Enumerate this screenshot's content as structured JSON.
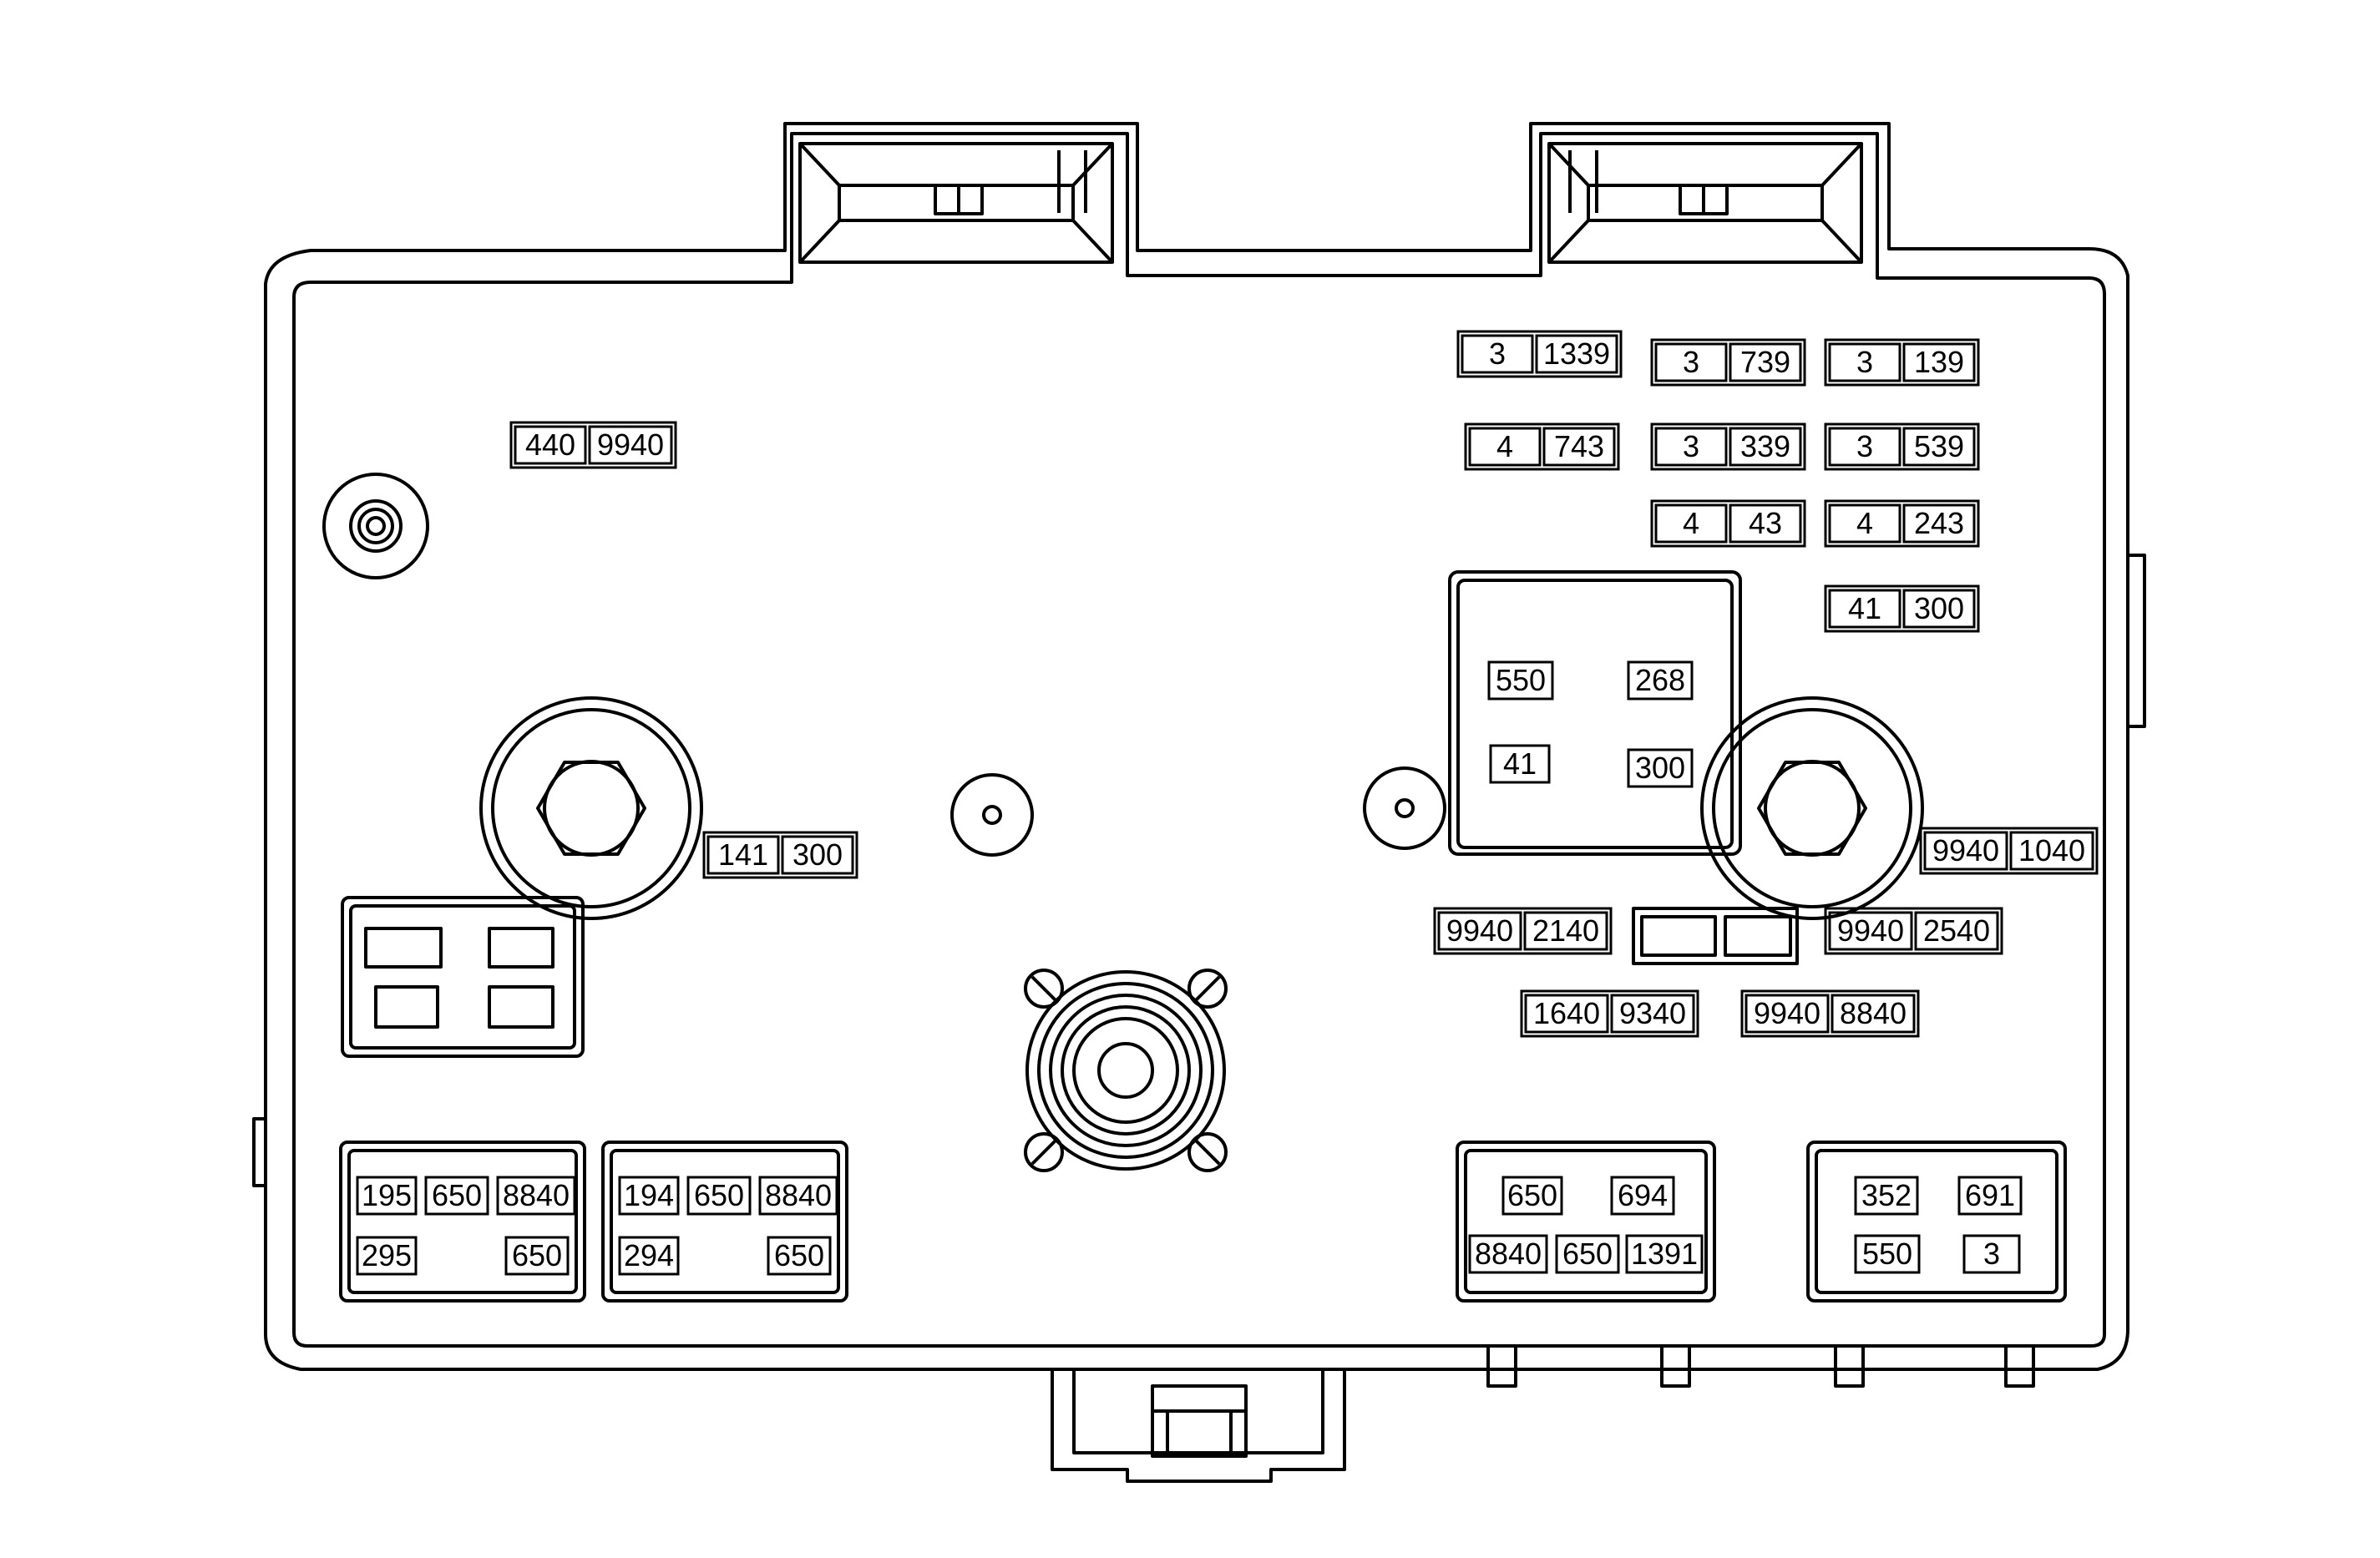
{
  "diagram": {
    "colors": {
      "line": "#000000",
      "background": "#ffffff"
    },
    "labels": {
      "top_left": [
        "440",
        "9940"
      ],
      "left_stud": [
        "141",
        "300"
      ],
      "right_stud": [
        "9940",
        "1040"
      ],
      "top_right": [
        [
          "3",
          "1339"
        ],
        [
          "3",
          "739"
        ],
        [
          "3",
          "139"
        ],
        [
          "4",
          "743"
        ],
        [
          "3",
          "339"
        ],
        [
          "3",
          "539"
        ],
        [
          "4",
          "43"
        ],
        [
          "4",
          "243"
        ],
        [
          "41",
          "300"
        ]
      ],
      "center_relay": [
        "550",
        "268",
        "41",
        "300"
      ],
      "mid_right": [
        [
          "9940",
          "2140"
        ],
        [
          "9940",
          "2540"
        ],
        [
          "1640",
          "9340"
        ],
        [
          "9940",
          "8840"
        ]
      ],
      "bottom_block_1": {
        "top": [
          "195",
          "650",
          "8840"
        ],
        "bottom": [
          "295",
          "650"
        ]
      },
      "bottom_block_2": {
        "top": [
          "194",
          "650",
          "8840"
        ],
        "bottom": [
          "294",
          "650"
        ]
      },
      "bottom_block_3": {
        "top": [
          "650",
          "694"
        ],
        "bottom": [
          "8840",
          "650",
          "1391"
        ]
      },
      "bottom_block_4": {
        "top": [
          "352",
          "691"
        ],
        "bottom": [
          "550",
          "3"
        ]
      }
    }
  }
}
